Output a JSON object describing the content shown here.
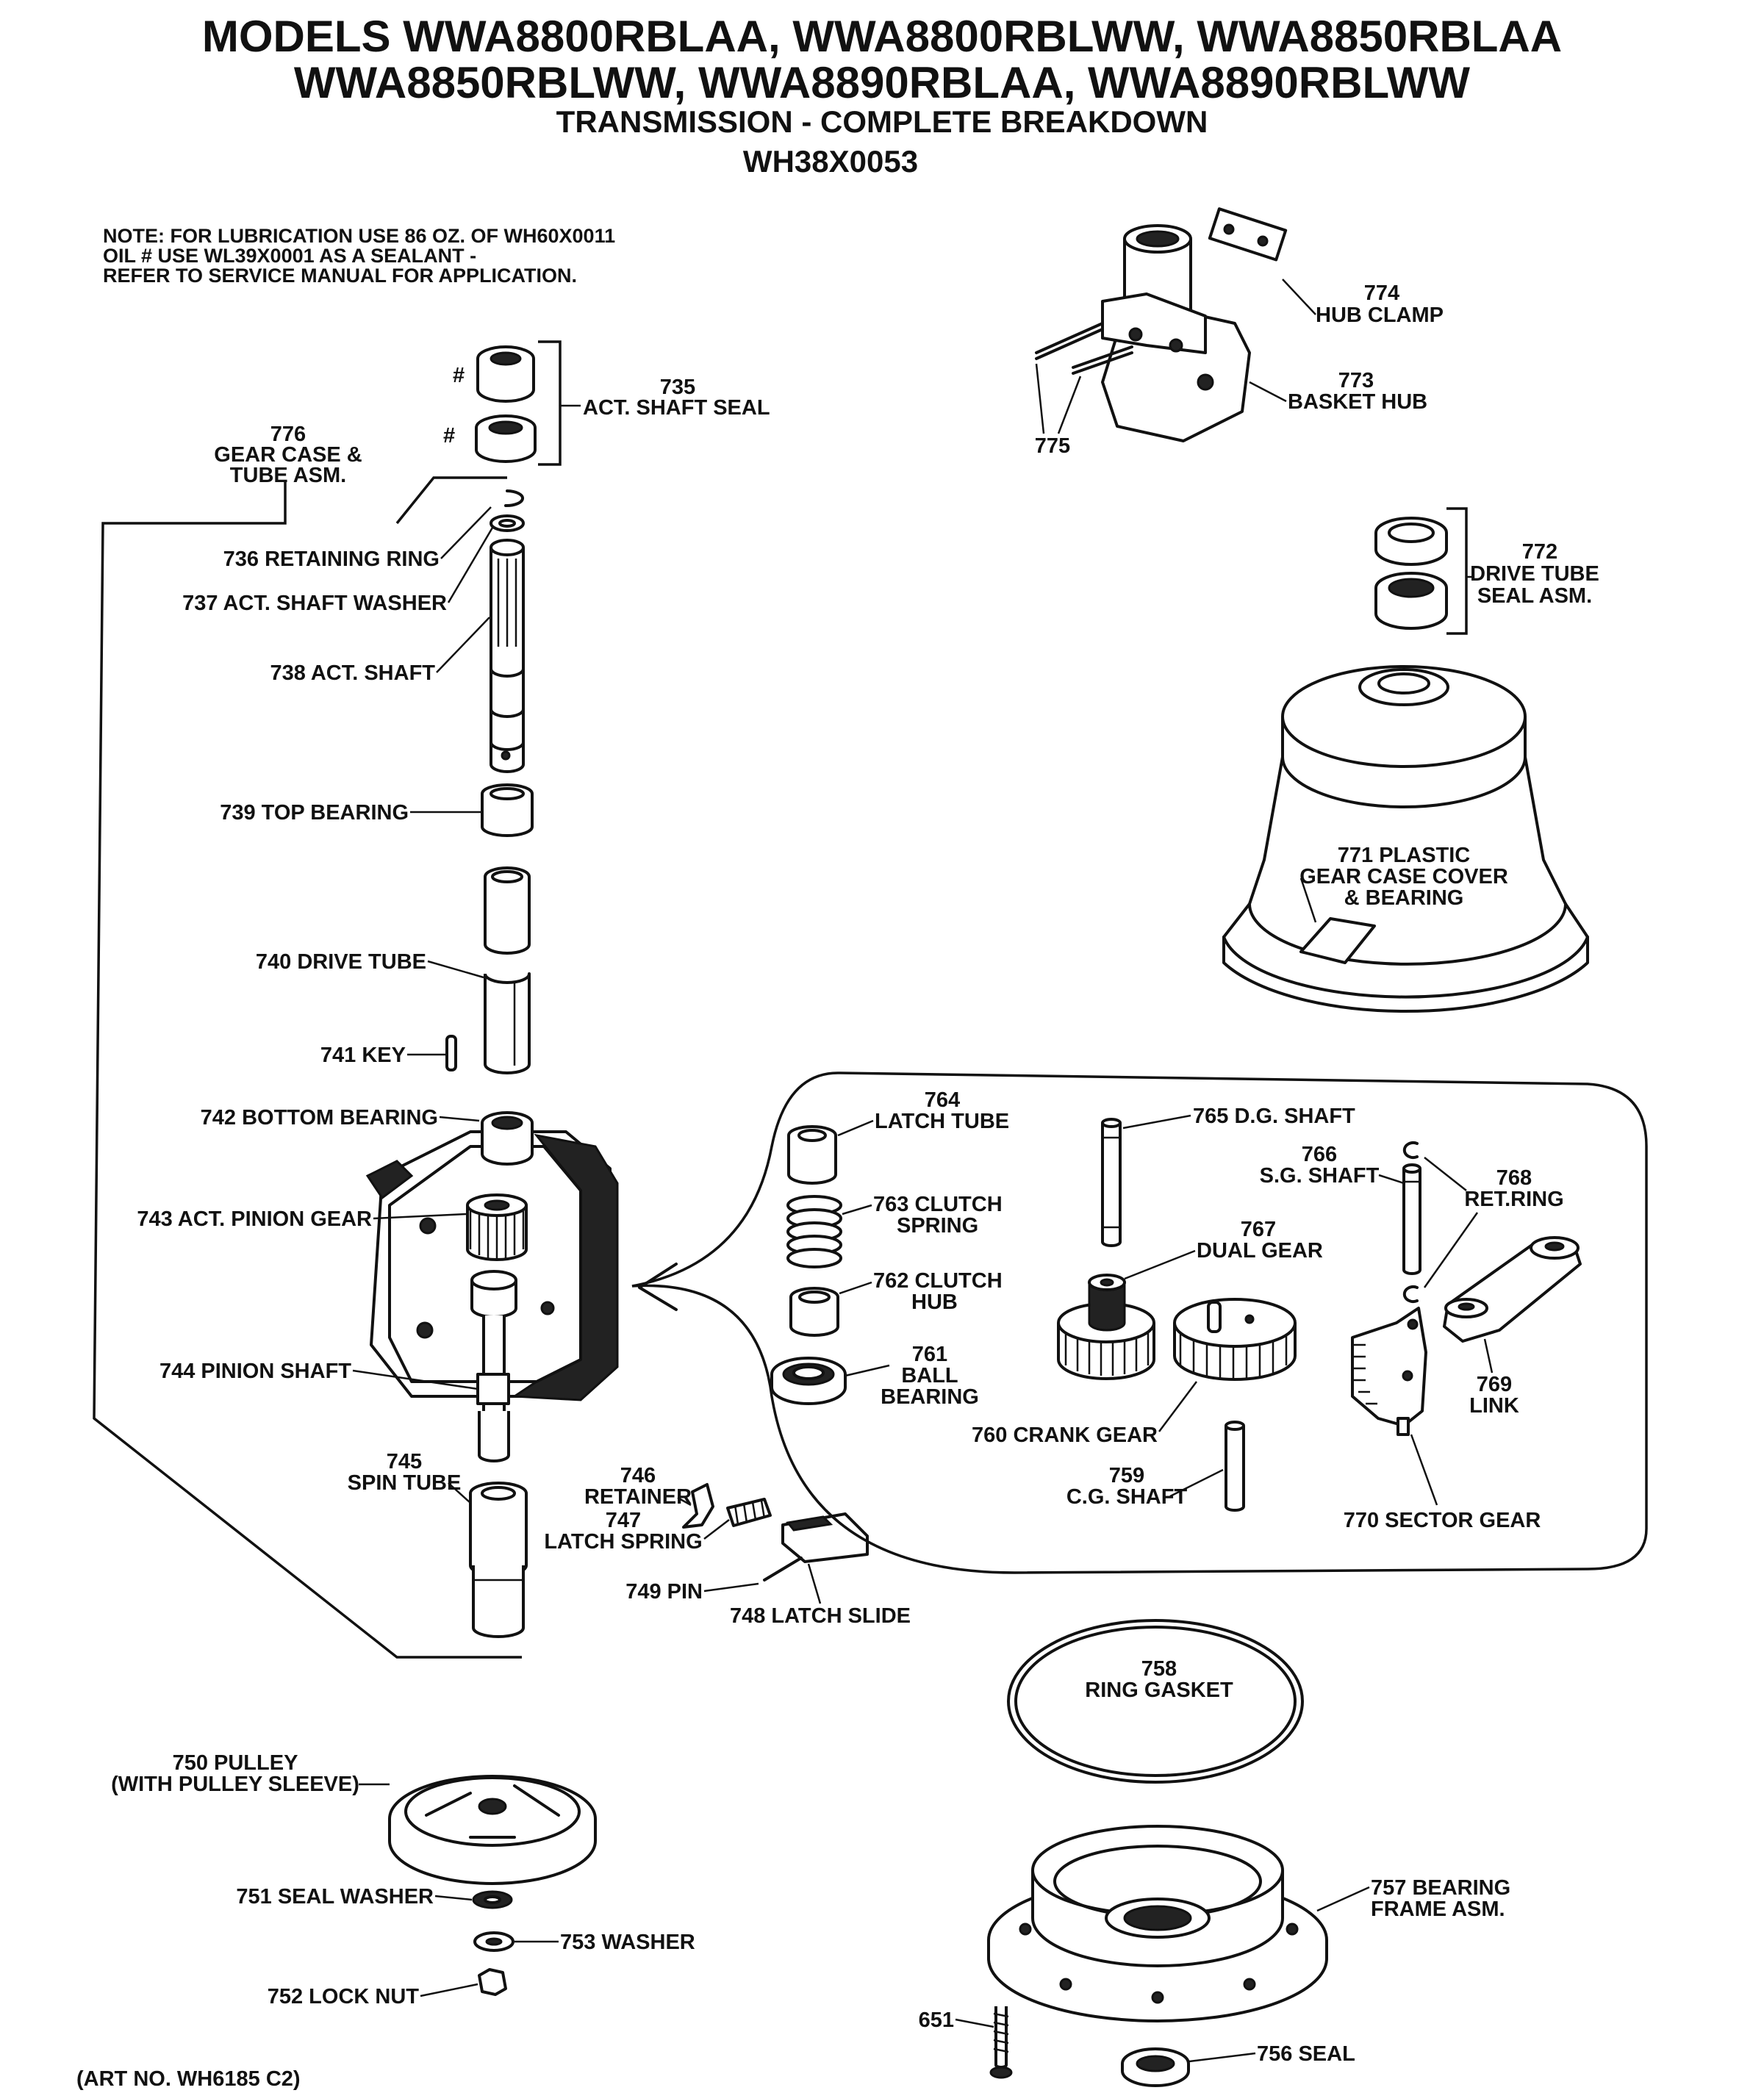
{
  "header": {
    "title_line1": "MODELS WWA8800RBLAA, WWA8800RBLWW, WWA8850RBLAA",
    "title_line2": "WWA8850RBLWW, WWA8890RBLAA, WWA8890RBLWW",
    "subtitle": "TRANSMISSION - COMPLETE BREAKDOWN",
    "kit_number": "WH38X0053"
  },
  "note": {
    "line1": "NOTE: FOR LUBRICATION USE 86 OZ. OF WH60X0011",
    "line2": "OIL  # USE WL39X0001 AS A SEALANT -",
    "line3": "REFER TO SERVICE MANUAL FOR APPLICATION."
  },
  "seal_marks": {
    "mark1": "#",
    "mark2": "#"
  },
  "parts": {
    "p735": "735",
    "p735_name": "ACT. SHAFT SEAL",
    "p776": "776",
    "p776_l1": "GEAR CASE &",
    "p776_l2": "TUBE ASM.",
    "p736": "736 RETAINING RING",
    "p737": "737  ACT. SHAFT WASHER",
    "p738": "738 ACT. SHAFT",
    "p739": "739 TOP BEARING",
    "p740": "740 DRIVE TUBE",
    "p741": "741 KEY",
    "p742": "742 BOTTOM BEARING",
    "p743": "743 ACT. PINION GEAR",
    "p744": "744 PINION SHAFT",
    "p745": "745",
    "p745_name": "SPIN TUBE",
    "p746": "746",
    "p746_name": "RETAINER",
    "p747": "747",
    "p747_name": "LATCH SPRING",
    "p748": "748 LATCH SLIDE",
    "p749": "749 PIN",
    "p750_l1": "750 PULLEY",
    "p750_l2": "(WITH PULLEY SLEEVE)",
    "p751": "751 SEAL WASHER",
    "p752": "752 LOCK NUT",
    "p753": "753 WASHER",
    "p774": "774",
    "p774_name": "HUB CLAMP",
    "p773": "773",
    "p773_name": "BASKET HUB",
    "p775": "775",
    "p772": "772",
    "p772_l1": "DRIVE TUBE",
    "p772_l2": "SEAL ASM.",
    "p771_l1": "771 PLASTIC",
    "p771_l2": "GEAR CASE COVER",
    "p771_l3": "& BEARING",
    "p764": "764",
    "p764_name": "LATCH TUBE",
    "p763": "763 CLUTCH",
    "p763_l2": "SPRING",
    "p762": "762 CLUTCH",
    "p762_l2": "HUB",
    "p761": "761",
    "p761_l1": "BALL",
    "p761_l2": "BEARING",
    "p765": "765 D.G. SHAFT",
    "p766": "766",
    "p766_name": "S.G. SHAFT",
    "p768": "768",
    "p768_name": "RET.RING",
    "p767": "767",
    "p767_name": "DUAL GEAR",
    "p769": "769",
    "p769_name": "LINK",
    "p760": "760 CRANK GEAR",
    "p759": "759",
    "p759_name": "C.G. SHAFT",
    "p770": "770 SECTOR GEAR",
    "p758": "758",
    "p758_name": "RING GASKET",
    "p757_l1": "757 BEARING",
    "p757_l2": "FRAME ASM.",
    "p651": "651",
    "p756": "756 SEAL"
  },
  "footer": {
    "art_no": "(ART NO. WH6185 C2)"
  },
  "icons": [
    "transmission-exploded-view-icon"
  ]
}
